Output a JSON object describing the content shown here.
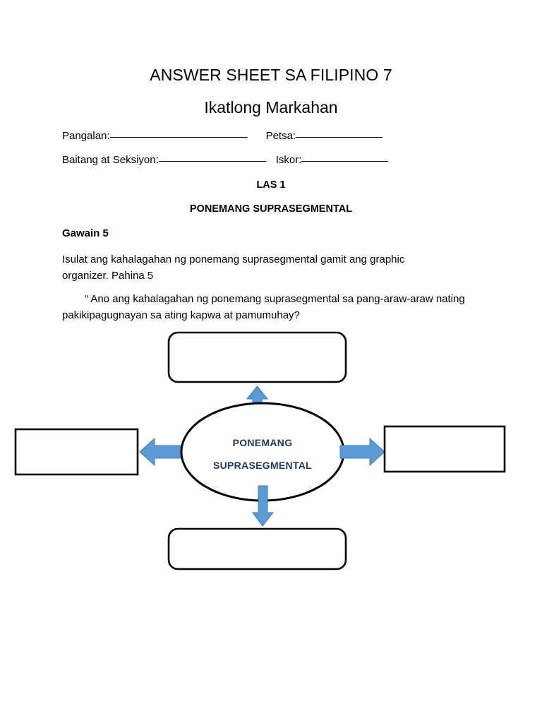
{
  "document": {
    "title": "ANSWER SHEET SA FILIPINO 7",
    "subtitle": "Ikatlong Markahan"
  },
  "form": {
    "name_label": "Pangalan:",
    "name_value": "",
    "date_label": "Petsa:",
    "date_value": "",
    "section_label": "Baitang at Seksiyon:",
    "section_value": "",
    "score_label": "Iskor:",
    "score_value": ""
  },
  "headings": {
    "las": "LAS 1",
    "topic": "PONEMANG SUPRASEGMENTAL"
  },
  "activity": {
    "gawain": "Gawain 5",
    "instruction": "Isulat ang kahalagahan ng ponemang suprasegmental gamit ang graphic organizer. Pahina 5",
    "question": "“ Ano ang kahalagahan ng ponemang suprasegmental sa pang-araw-araw nating pakikipagugnayan sa ating kapwa at pamumuhay?"
  },
  "organizer": {
    "center_line_1": "PONEMANG",
    "center_line_2": "SUPRASEGMENTAL",
    "boxes": [
      {
        "id": "top",
        "shape": "rounded-rectangle",
        "value": ""
      },
      {
        "id": "left",
        "shape": "rectangle",
        "value": ""
      },
      {
        "id": "right",
        "shape": "rectangle",
        "value": ""
      },
      {
        "id": "bottom",
        "shape": "rounded-rectangle",
        "value": ""
      }
    ],
    "arrows": [
      {
        "id": "up",
        "direction": "up"
      },
      {
        "id": "left",
        "direction": "left"
      },
      {
        "id": "right",
        "direction": "right"
      },
      {
        "id": "down",
        "direction": "down"
      }
    ]
  },
  "colors": {
    "arrow_fill": "#5B9BD5",
    "arrow_stroke": "#3E7CB1",
    "center_text": "#1F3864",
    "outline": "#000000",
    "page_background": "#FFFFFF"
  }
}
